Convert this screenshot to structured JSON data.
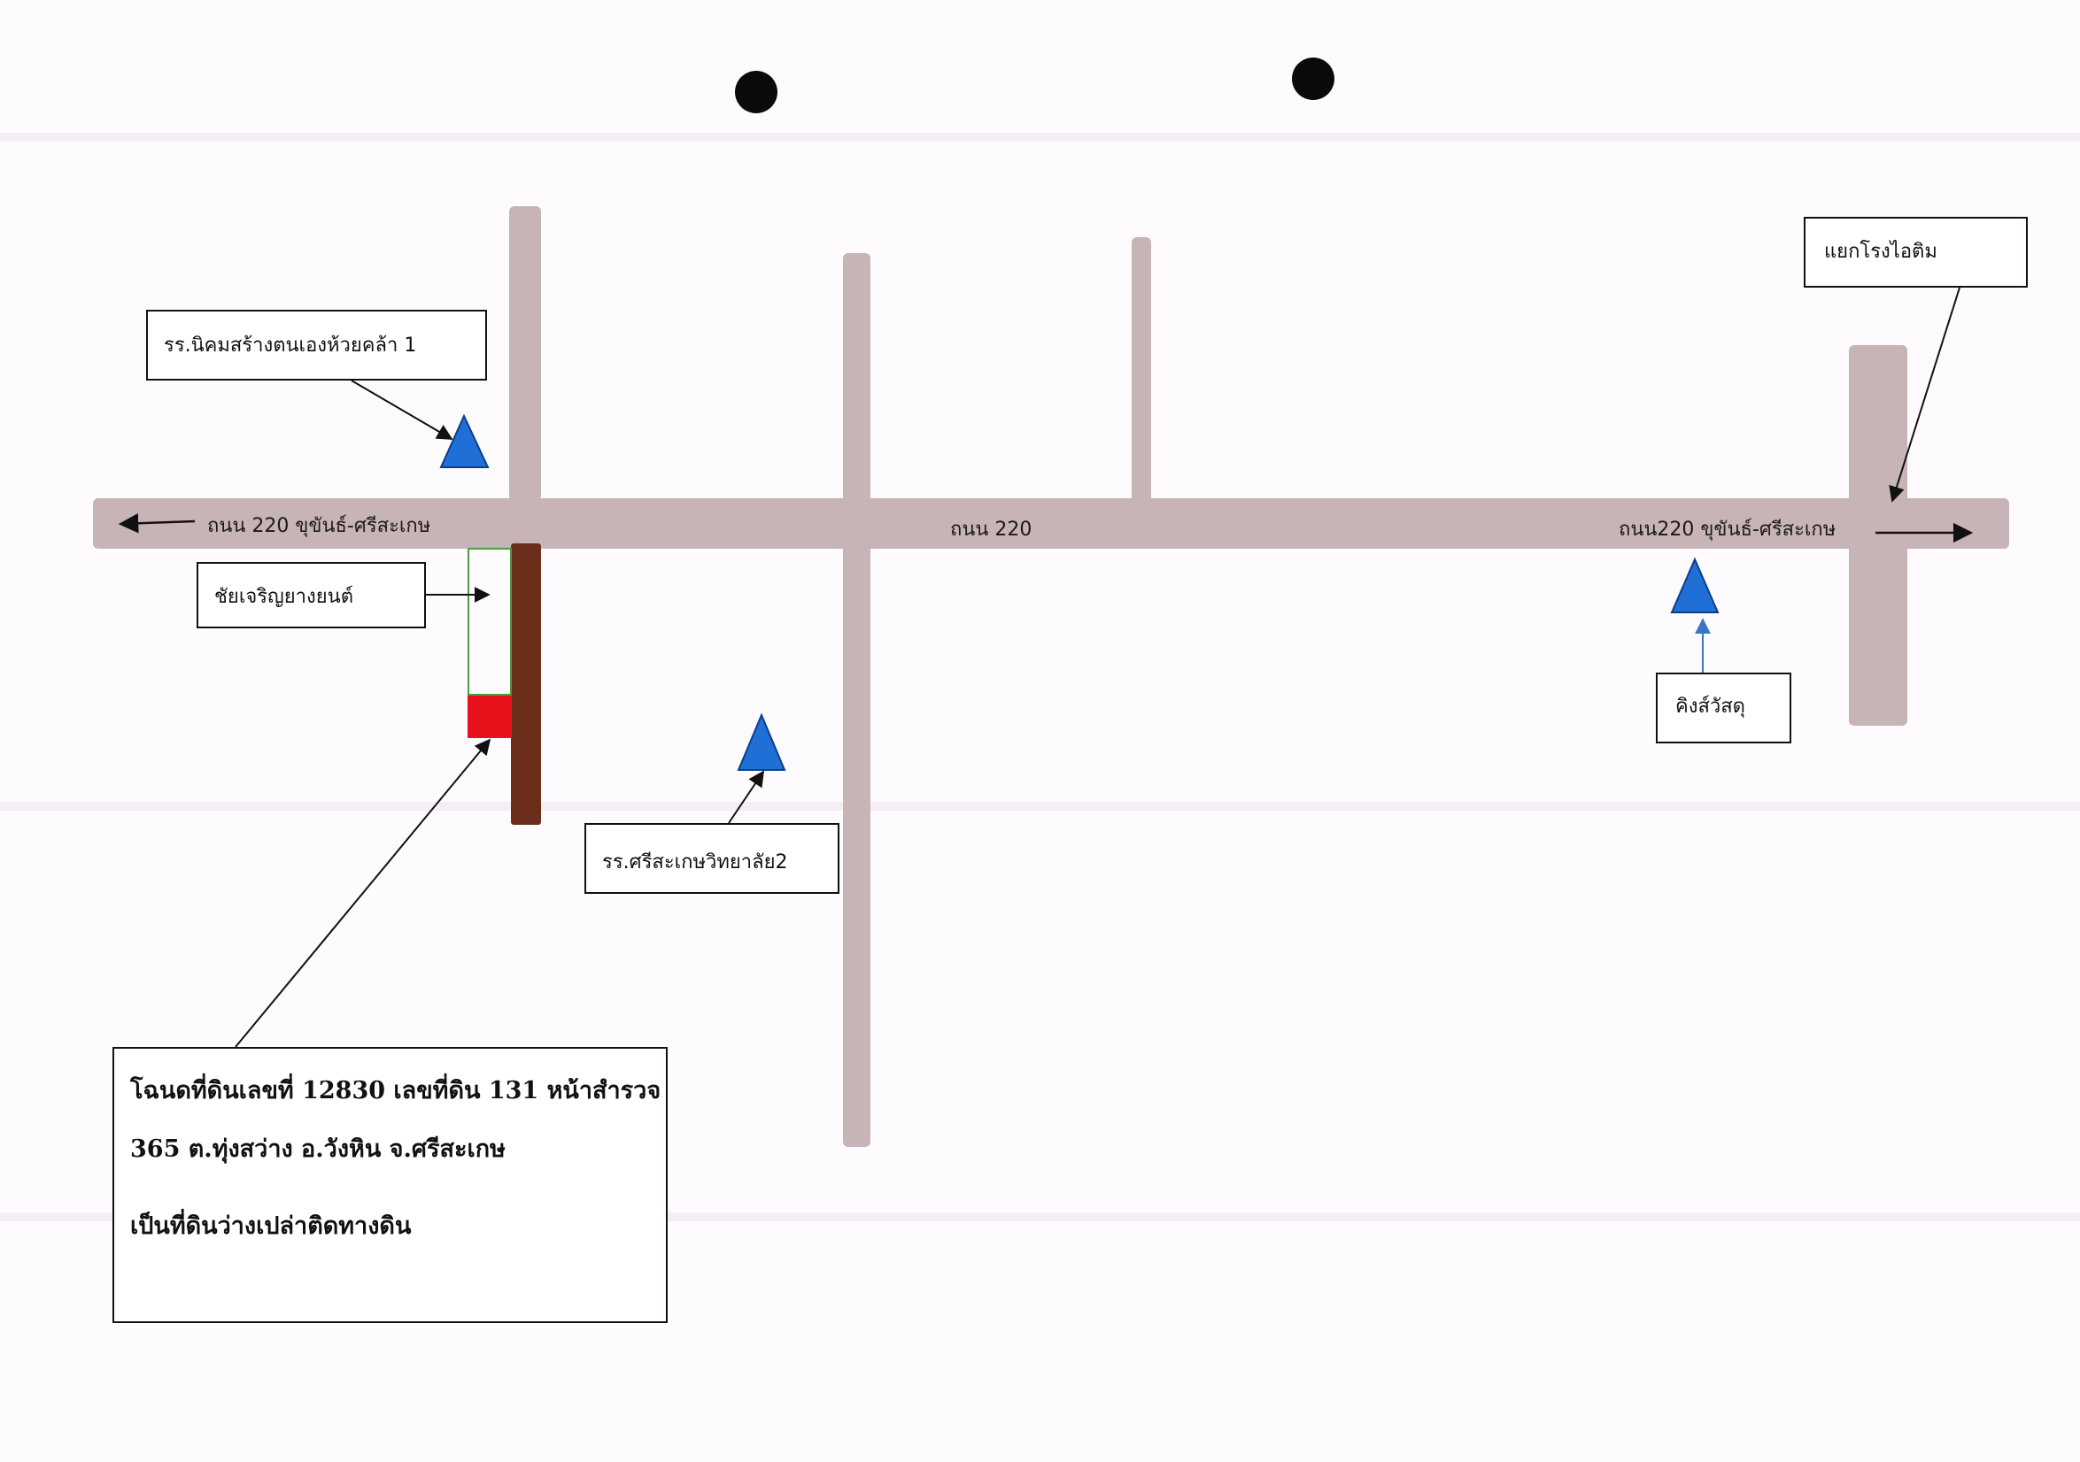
{
  "roads": {
    "main_west_label": "ถนน 220 ขุขันธ์-ศรีสะเกษ",
    "main_center_label": "ถนน 220",
    "main_east_label": "ถนน220 ขุขันธ์-ศรีสะเกษ"
  },
  "landmarks": {
    "school_1": "รร.นิคมสร้างตนเองห้วยคล้า 1",
    "tire_shop": "ชัยเจริญยางยนต์",
    "school_2": "รร.ศรีสะเกษวิทยาลัย2",
    "kings_material": "คิงส์วัสดุ",
    "intersection": "แยกโรงไอติม"
  },
  "deed": {
    "line1": "โฉนดที่ดินเลขที่ 12830 เลขที่ดิน 131 หน้าสำรวจ",
    "line2": "365 ต.ทุ่งสว่าง อ.วังหิน จ.ศรีสะเกษ",
    "line3": "เป็นที่ดินว่างเปล่าติดทางดิน"
  },
  "colors": {
    "road": "#c7b4b6",
    "dirt_road": "#6b2e1b",
    "plot_highlight": "#e8121c",
    "plot_outline": "#4f9a3e",
    "marker": "#1f6fd6"
  },
  "icons": {
    "landmark_marker": "blue-triangle-icon",
    "direction": "arrow-icon",
    "punch_hole": "filled-circle-icon"
  }
}
